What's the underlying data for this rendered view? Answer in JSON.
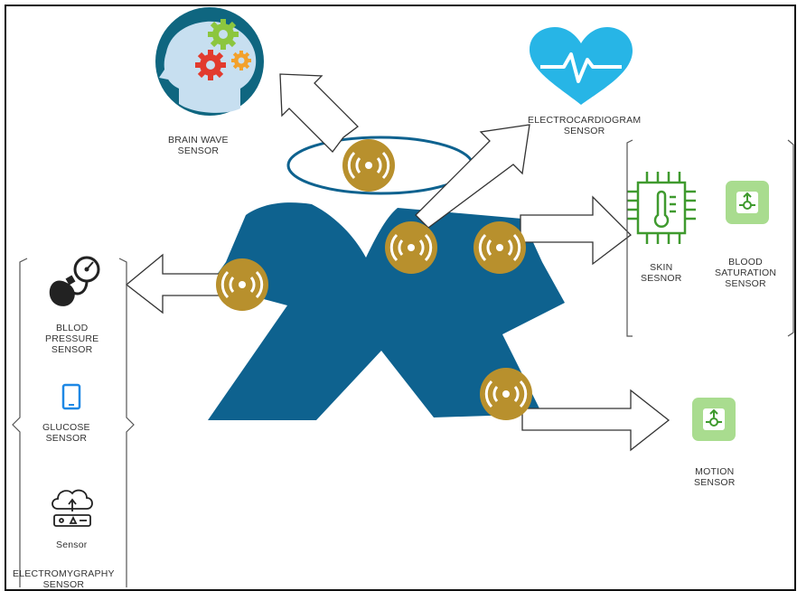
{
  "colors": {
    "body": "#0e628f",
    "sensor_node": "#b8902d",
    "node_ring": "#ffffff",
    "arrow_fill": "#ffffff",
    "arrow_stroke": "#333333",
    "heart": "#27b5e6",
    "chip": "#3f9a2e",
    "green_tile": "#a9dc8f",
    "brain_bg": "#0f6680"
  },
  "icons": {
    "brain": "brain-gears-icon",
    "heart": "heart-pulse-icon",
    "skin": "thermometer-chip-icon",
    "saturation": "green-tile-icon",
    "motion": "green-tile-icon",
    "pressure": "blood-pressure-gauge-icon",
    "glucose": "tablet-icon",
    "emg": "cloud-upload-device-icon"
  },
  "labels": {
    "brain_wave": [
      "BRAIN WAVE",
      "SENSOR"
    ],
    "ecg": [
      "ELECTROCARDIOGRAM",
      "SENSOR"
    ],
    "skin": [
      "SKIN",
      "SESNOR"
    ],
    "blood_saturation": [
      "BLOOD",
      "SATURATION",
      "SENSOR"
    ],
    "blood_pressure": [
      "BLLOD",
      "PRESSURE",
      "SENSOR"
    ],
    "glucose": [
      "GLUCOSE",
      "SENSOR"
    ],
    "emg_device": "Sensor",
    "emg": [
      "ELECTROMYGRAPHY",
      "SENSOR"
    ],
    "motion": [
      "MOTION",
      "SENSOR"
    ]
  }
}
